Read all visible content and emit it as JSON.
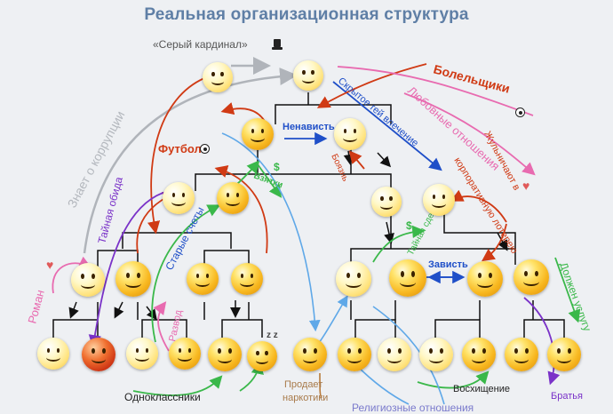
{
  "title": "Реальная организационная структура",
  "labels": {
    "gray_cardinal": "«Серый кардинал»",
    "knows_corruption": "Знает о коррупции",
    "football": "Футбол",
    "hatred": "Ненависть",
    "hidden_attraction": "Скрытое гей влечение",
    "fans": "Болельщики",
    "love_relations": "Любовные отношения",
    "bribes": "Взятки",
    "fear": "Боязнь",
    "cheat_lottery": "Жульничают в корпоративную лотерею",
    "secret_grudge": "Тайная обида",
    "old_scores": "Старые счеты",
    "secret_deal": "Тайная сделка",
    "romance": "Роман",
    "envy": "Зависть",
    "owes_favor": "Должен услугу",
    "divorce": "Развод",
    "classmates": "Одноклассники",
    "sells_drugs": "Продает наркотики",
    "religious": "Религиозные отношения",
    "admiration": "Восхищение",
    "brothers": "Братья",
    "money_sign_1": "$",
    "money_sign_2": "$",
    "sleep": "z z"
  },
  "icons": [
    "top-hat-icon",
    "soccer-ball-icon",
    "heart-icon",
    "smiley-icon"
  ],
  "colors": {
    "title": "#5f7fa6",
    "tree_lines": "#111111",
    "blue": "#1f4fc8",
    "red": "#d03a14",
    "pink": "#e86bb0",
    "green": "#3ab84a",
    "violet": "#7a32c8",
    "gray": "#b0b4ba",
    "lightblue": "#5fa8e8"
  }
}
